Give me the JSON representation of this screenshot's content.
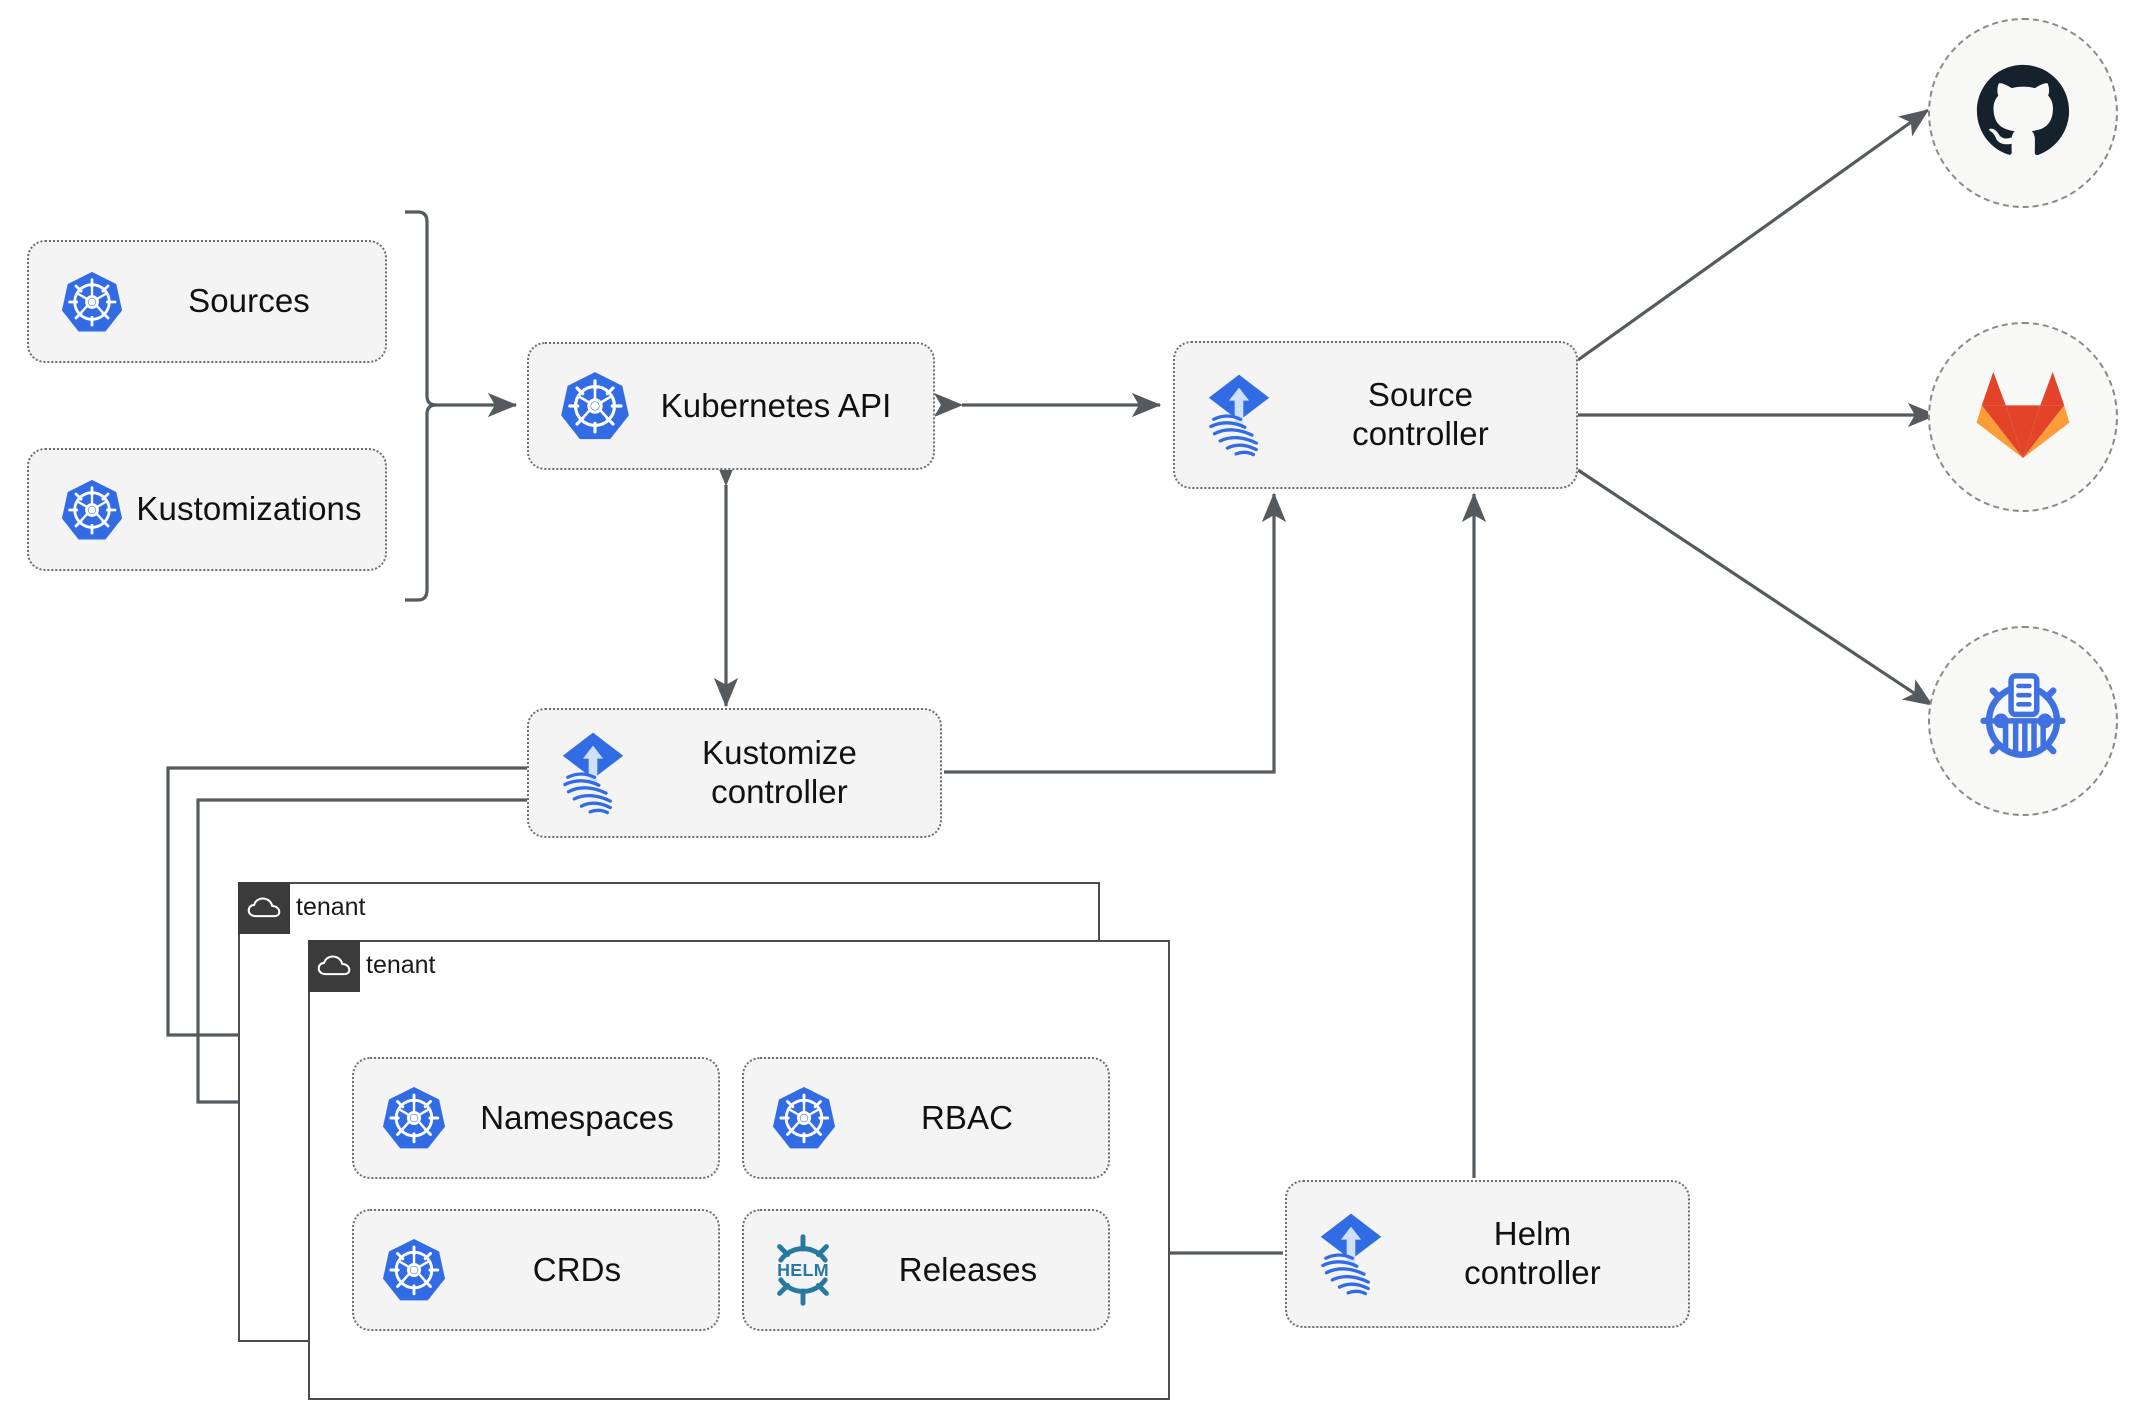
{
  "diagram": {
    "title": "Flux GitOps toolkit — multi-tenancy architecture",
    "colors": {
      "kubernetes_blue": "#326ce5",
      "flux_blue": "#326ce5",
      "helm_teal": "#277a9f",
      "github_navy": "#15212d",
      "gitlab_orange": "#e24329",
      "gitlab_amber": "#fc9d3a",
      "chart_blue": "#3f72e0",
      "node_fill": "#f4f4f4",
      "node_border": "#6e6e6e",
      "wire": "#555a5e",
      "tenant_tab": "#3b3b3b"
    },
    "nodes": {
      "sources": {
        "label": "Sources",
        "icon": "kubernetes-icon"
      },
      "kustomizations": {
        "label": "Kustomizations",
        "icon": "kubernetes-icon"
      },
      "kubernetes_api": {
        "label": "Kubernetes API",
        "icon": "kubernetes-icon"
      },
      "source_ctrl": {
        "label": "Source\ncontroller",
        "icon": "flux-icon"
      },
      "kustomize_ctrl": {
        "label": "Kustomize\ncontroller",
        "icon": "flux-icon"
      },
      "helm_ctrl": {
        "label": "Helm\ncontroller",
        "icon": "flux-icon"
      },
      "namespaces": {
        "label": "Namespaces",
        "icon": "kubernetes-icon"
      },
      "rbac": {
        "label": "RBAC",
        "icon": "kubernetes-icon"
      },
      "crds": {
        "label": "CRDs",
        "icon": "kubernetes-icon"
      },
      "releases": {
        "label": "Releases",
        "icon": "helm-icon"
      }
    },
    "tenants": [
      {
        "name": "tenant",
        "icon": "cloud-icon"
      },
      {
        "name": "tenant",
        "icon": "cloud-icon"
      }
    ],
    "external_sources": [
      {
        "name": "github",
        "icon": "github-icon"
      },
      {
        "name": "gitlab",
        "icon": "gitlab-icon"
      },
      {
        "name": "helm-chart-repository",
        "icon": "chart-repository-icon"
      }
    ],
    "edges": [
      {
        "from": "sources",
        "to": "kubernetes_api",
        "style": "bracket-arrow"
      },
      {
        "from": "kustomizations",
        "to": "kubernetes_api",
        "style": "bracket-arrow"
      },
      {
        "from": "kubernetes_api",
        "to": "source_ctrl",
        "style": "bidirectional"
      },
      {
        "from": "kubernetes_api",
        "to": "kustomize_ctrl",
        "style": "bidirectional"
      },
      {
        "from": "kustomize_ctrl",
        "to": "source_ctrl",
        "style": "arrow"
      },
      {
        "from": "helm_ctrl",
        "to": "source_ctrl",
        "style": "arrow"
      },
      {
        "from": "helm_ctrl",
        "to": "releases",
        "style": "arrow"
      },
      {
        "from": "kustomize_ctrl",
        "to": "tenant-back",
        "style": "arrow"
      },
      {
        "from": "kustomize_ctrl",
        "to": "tenant-front",
        "style": "arrow"
      },
      {
        "from": "source_ctrl",
        "to": "github",
        "style": "arrow"
      },
      {
        "from": "source_ctrl",
        "to": "gitlab",
        "style": "arrow"
      },
      {
        "from": "source_ctrl",
        "to": "helm-chart-repository",
        "style": "arrow"
      }
    ]
  }
}
